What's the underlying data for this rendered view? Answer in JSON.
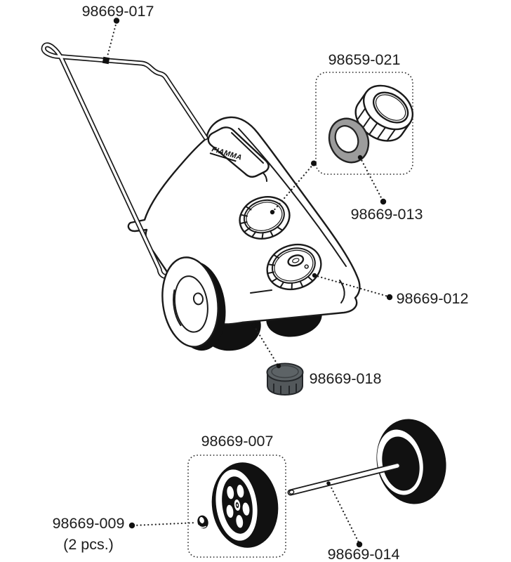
{
  "diagram": {
    "brand": "FIAMMA",
    "labels": {
      "handle": "98669-017",
      "cap_kit": "98659-021",
      "seal": "98669-013",
      "tank_cap": "98669-012",
      "drain_cap": "98669-018",
      "spare_wheel": "98669-007",
      "axle_clip": "98669-009",
      "axle_clip_qty": "(2 pcs.)",
      "axle": "98669-014"
    },
    "colors": {
      "line": "#1a1a1a",
      "seal_gray": "#9c9c9c",
      "knob_gray": "#565b5e",
      "background": "#ffffff"
    }
  }
}
